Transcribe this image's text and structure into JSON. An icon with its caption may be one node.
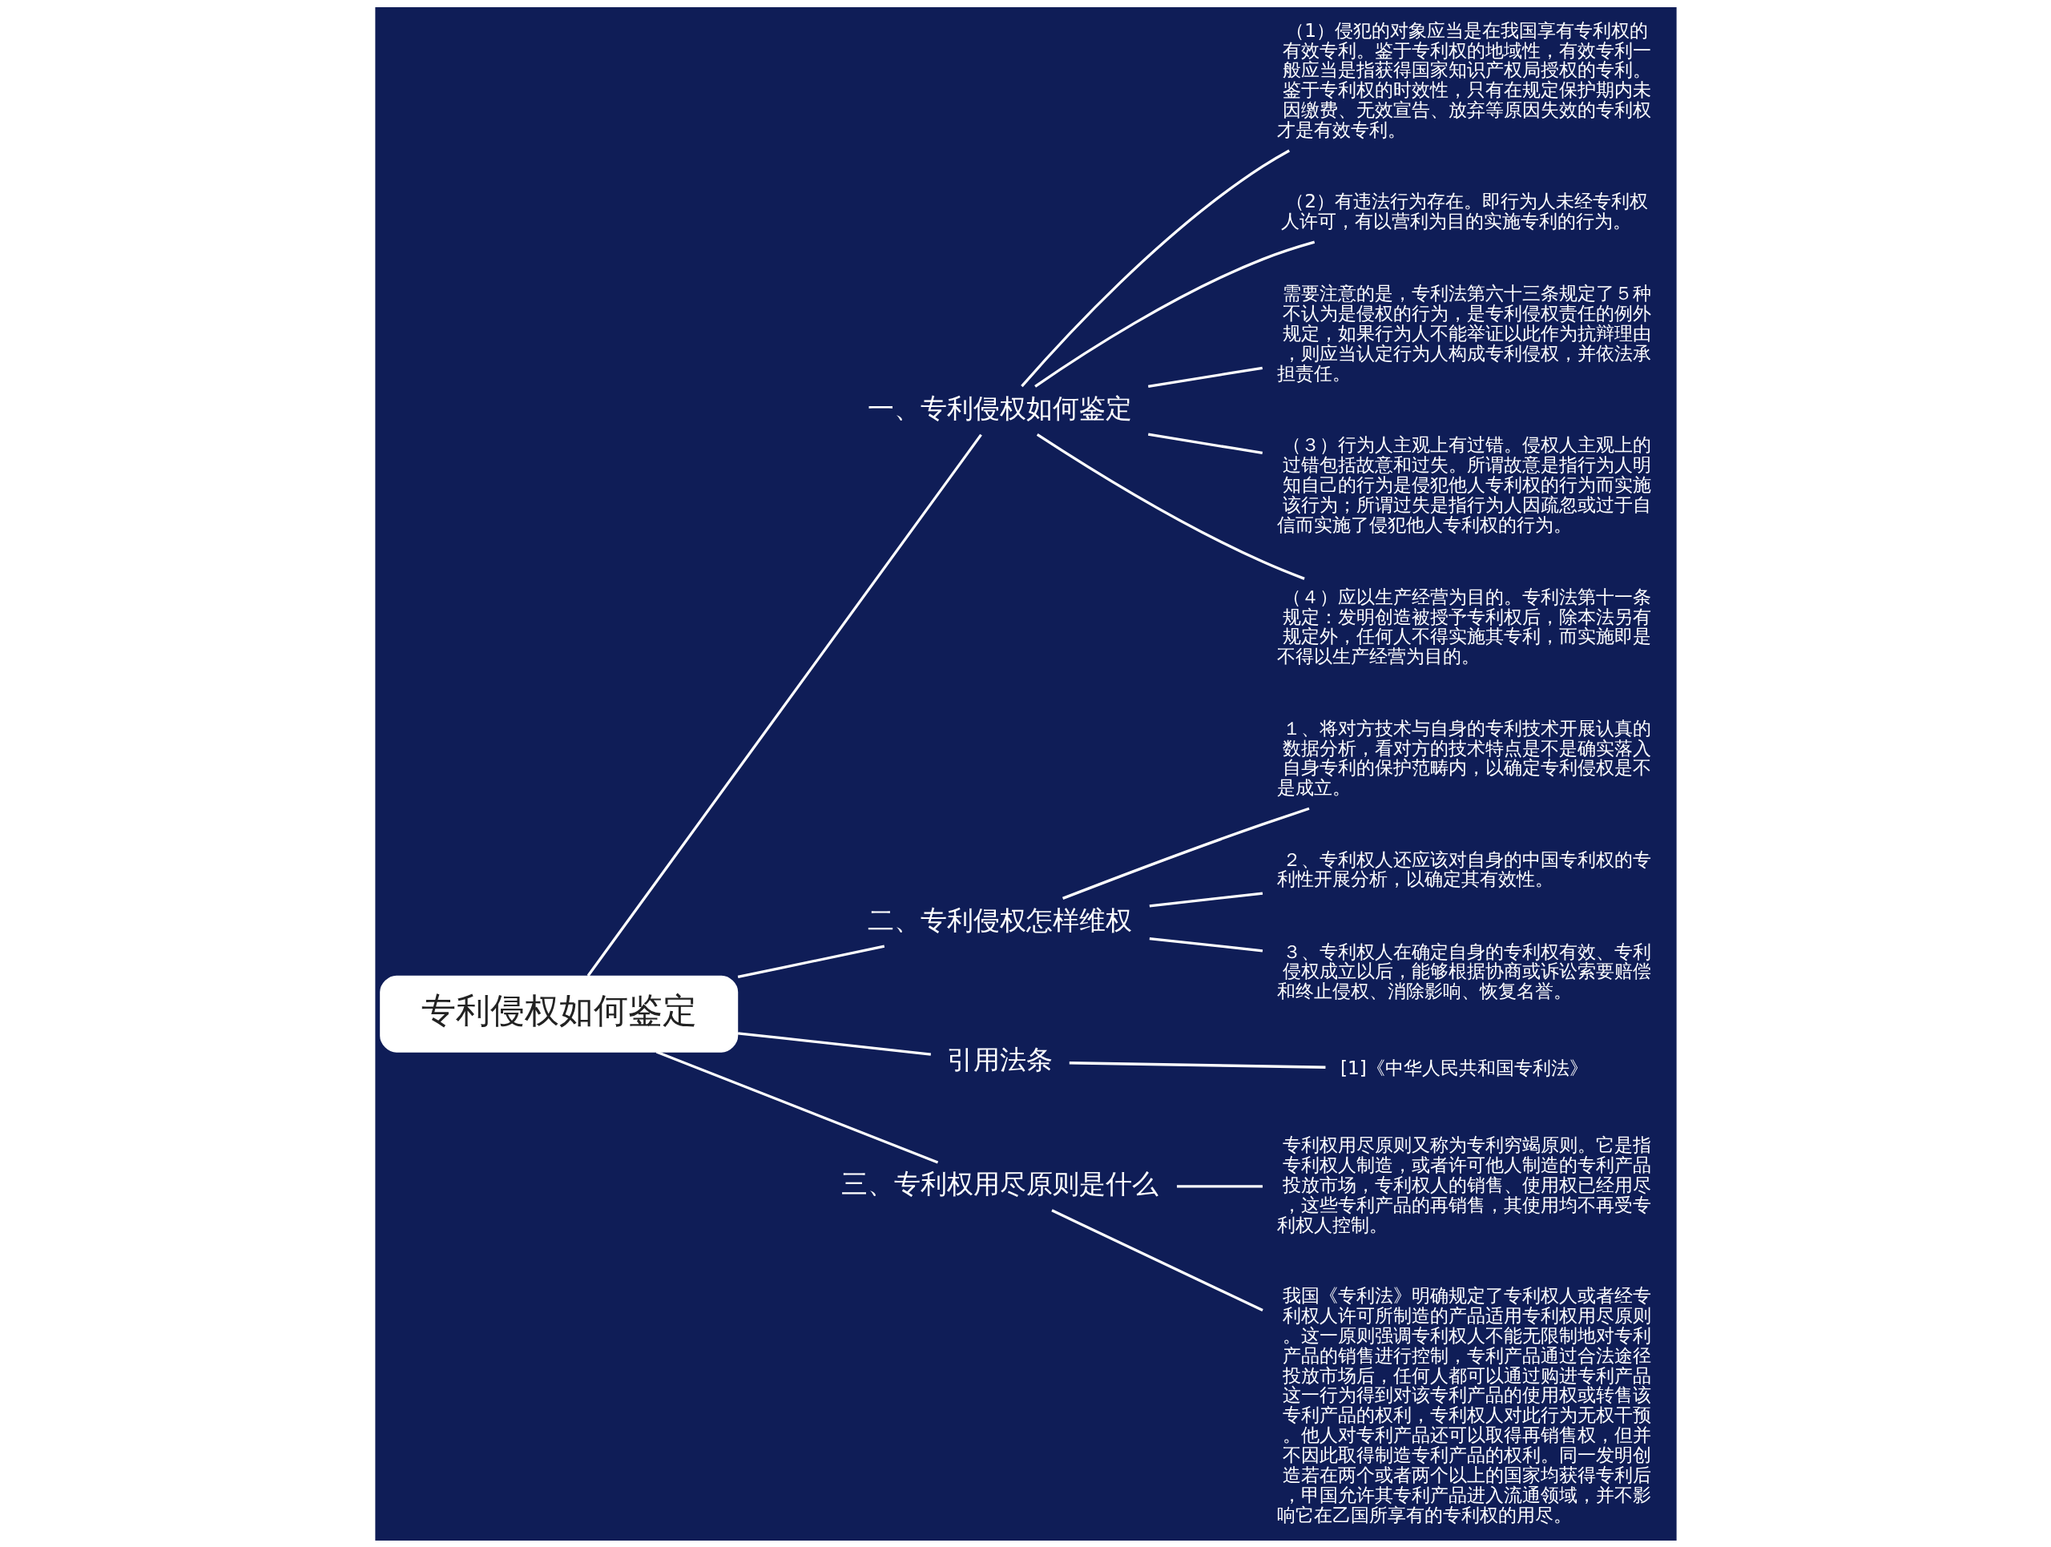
{
  "diagram": {
    "nodes": [
      {
        "text": [
          "专利侵权如何鉴定"
        ]
      },
      {
        "text": [
          "一、专利侵权如何鉴定"
        ]
      },
      {
        "text": [
          "（1）侵犯的对象应当是在我国享有专利权的有效专利。鉴于专利权的地域性，有效专利一般应当是指获得国家知识产权局授权的专利。鉴于专利权的时效性，只有在规定保护期内未因缴费、无效宣告、放弃等原因失效的专利权才是有效专利。"
        ]
      },
      {
        "text": [
          "（2）有违法行为存在。即行为人未经专利权人许可，有以营利为目的实施专利的行为。"
        ]
      },
      {
        "text": [
          "需要注意的是，专利法第六十三条规定了５种不认为是侵权的行为，是专利侵权责任的例外规定，如果行为人不能举证以此作为抗辩理由，则应当认定行为人构成专利侵权，并依法承担责任。"
        ]
      },
      {
        "text": [
          "（３）行为人主观上有过错。侵权人主观上的过错包括故意和过失。所谓故意是指行为人明知自己的行为是侵犯他人专利权的行为而实施该行为；所谓过失是指行为人因疏忽或过于自信而实施了侵犯他人专利权的行为。"
        ]
      },
      {
        "text": [
          "（４）应以生产经营为目的。专利法第十一条规定：发明创造被授予专利权后，除本法另有规定外，任何人不得实施其专利，而实施即是不得以生产经营为目的。"
        ]
      },
      {
        "text": [
          "二、专利侵权怎样维权"
        ]
      },
      {
        "text": [
          "１、将对方技术与自身的专利技术开展认真的数据分析，看对方的技术特点是不是确实落入自身专利的保护范畴内，以确定专利侵权是不是成立。"
        ]
      },
      {
        "text": [
          "２、专利权人还应该对自身的中国专利权的专利性开展分析，以确定其有效性。"
        ]
      },
      {
        "text": [
          "３、专利权人在确定自身的专利权有效、专利侵权成立以后，能够根据协商或诉讼索要赔偿和终止侵权、消除影响、恢复名誉。"
        ]
      },
      {
        "text": [
          "引用法条"
        ]
      },
      {
        "text": [
          "[1]《中华人民共和国专利法》"
        ]
      },
      {
        "text": [
          "三、专利权用尽原则是什么"
        ]
      },
      {
        "text": [
          "专利权用尽原则又称为专利穷竭原则。它是指专利权人制造，或者许可他人制造的专利产品投放市场，专利权人的销售、使用权已经用尽，这些专利产品的再销售，其使用均不再受专利权人控制。"
        ]
      },
      {
        "text": [
          "我国《专利法》明确规定了专利权人或者经专利权人许可所制造的产品适用专利权用尽原则。这一原则强调专利权人不能无限制地对专利产品的销售进行控制，专利产品通过合法途径投放市场后，任何人都可以通过购进专利产品这一行为得到对该专利产品的使用权或转售该专利产品的权利，专利权人对此行为无权干预。他人对专利产品还可以取得再销售权，但并不因此取得制造专利产品的权利。同一发明创造若在两个或者两个以上的国家均获得专利后，甲国允许其专利产品进入流通领域，并不影响它在乙国所享有的专利权的用尽。"
        ]
      }
    ],
    "edges": [
      {
        "from": 0,
        "to": 1,
        "arrow": "none"
      },
      {
        "from": 1,
        "to": 2,
        "arrow": "none"
      },
      {
        "from": 1,
        "to": 3,
        "arrow": "none"
      },
      {
        "from": 1,
        "to": 4,
        "arrow": "none"
      },
      {
        "from": 1,
        "to": 5,
        "arrow": "none"
      },
      {
        "from": 1,
        "to": 6,
        "arrow": "none"
      },
      {
        "from": 0,
        "to": 7,
        "arrow": "none"
      },
      {
        "from": 7,
        "to": 8,
        "arrow": "none"
      },
      {
        "from": 7,
        "to": 9,
        "arrow": "none"
      },
      {
        "from": 7,
        "to": 10,
        "arrow": "none"
      },
      {
        "from": 0,
        "to": 11,
        "arrow": "none"
      },
      {
        "from": 11,
        "to": 12,
        "arrow": "none"
      },
      {
        "from": 0,
        "to": 13,
        "arrow": "none"
      },
      {
        "from": 13,
        "to": 14,
        "arrow": "none"
      },
      {
        "from": 13,
        "to": 15,
        "arrow": "none"
      }
    ]
  }
}
